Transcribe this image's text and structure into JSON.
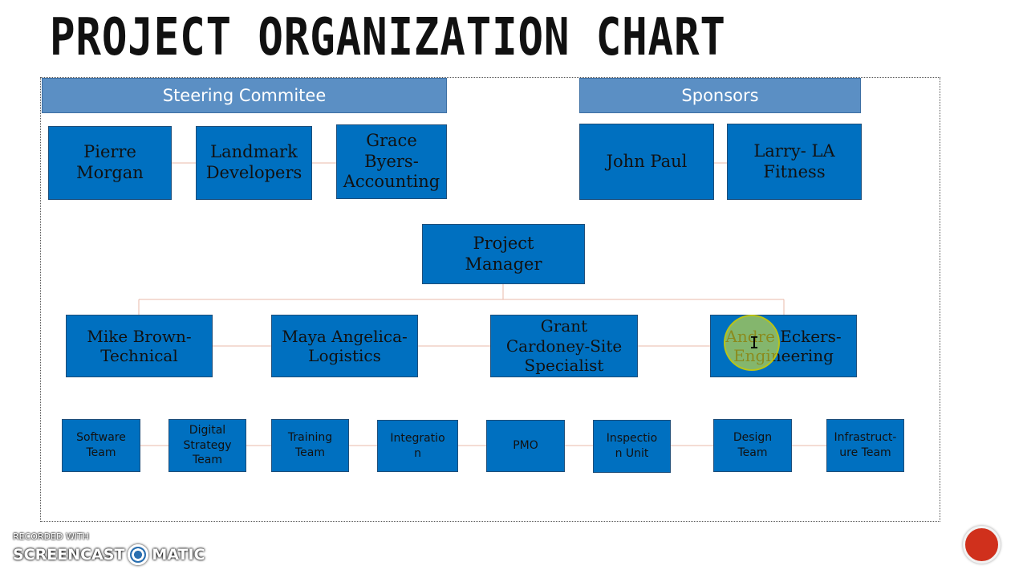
{
  "title": "PROJECT ORGANIZATION CHART",
  "headers": {
    "steering": "Steering Commitee",
    "sponsors": "Sponsors"
  },
  "steering_members": [
    {
      "line1": "Pierre",
      "line2": "Morgan"
    },
    {
      "line1": "Landmark",
      "line2": "Developers"
    },
    {
      "line1": "Grace",
      "line2": "Byers-",
      "line3": "Accounting"
    }
  ],
  "sponsors": [
    {
      "line1": "John Paul"
    },
    {
      "line1": "Larry- LA",
      "line2": "Fitness"
    }
  ],
  "project_manager": {
    "line1": "Project",
    "line2": "Manager"
  },
  "leads": [
    {
      "line1": "Mike Brown-",
      "line2": "Technical"
    },
    {
      "line1": "Maya Angelica-",
      "line2": "Logistics"
    },
    {
      "line1": "Grant",
      "line2": "Cardoney-Site",
      "line3": "Specialist"
    },
    {
      "line1": "Andre Eckers-",
      "line2": "Engineering"
    }
  ],
  "teams": [
    {
      "line1": "Software",
      "line2": "Team"
    },
    {
      "line1": "Digital",
      "line2": "Strategy",
      "line3": "Team"
    },
    {
      "line1": "Training",
      "line2": "Team"
    },
    {
      "line1": "Integratio",
      "line2": "n"
    },
    {
      "line1": "PMO"
    },
    {
      "line1": "Inspectio",
      "line2": "n Unit"
    },
    {
      "line1": "Design",
      "line2": "Team"
    },
    {
      "line1": "Infrastruct-",
      "line2": "ure Team"
    }
  ],
  "watermark": {
    "recorded_with": "RECORDED WITH",
    "brand_left": "SCREENCAST",
    "brand_right": "MATIC"
  },
  "colors": {
    "box_fill": "#0070c0",
    "header_fill": "#5b8fc4",
    "connector": "#e8b8a8",
    "record_button": "#d0301c"
  }
}
